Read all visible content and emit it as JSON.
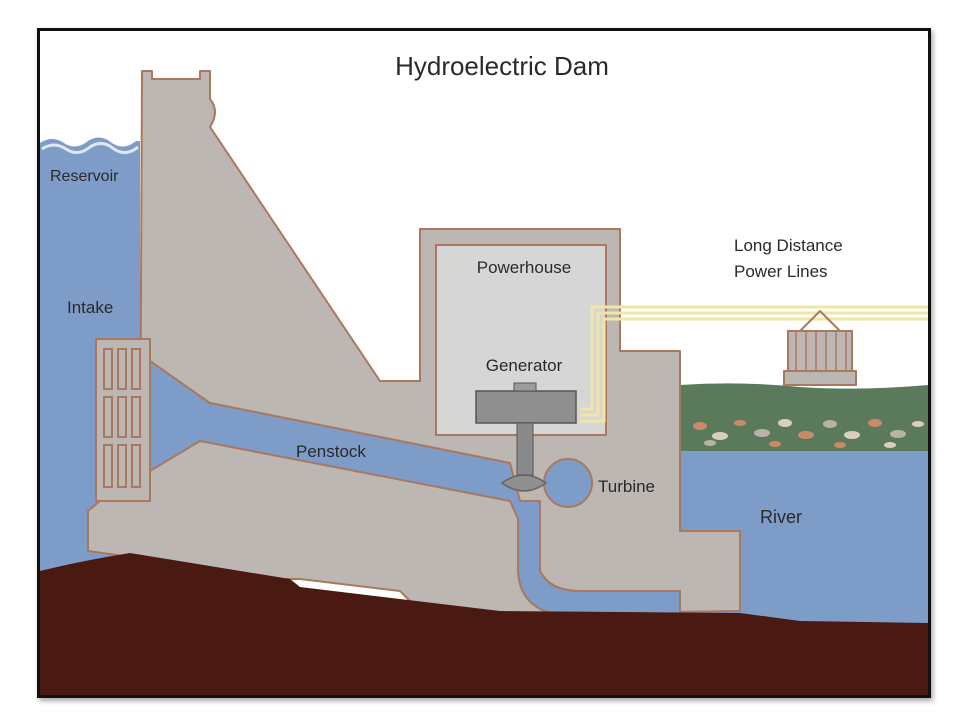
{
  "title": "Hydroelectric Dam",
  "labels": {
    "reservoir": "Reservoir",
    "intake": "Intake",
    "powerhouse": "Powerhouse",
    "generator": "Generator",
    "penstock": "Penstock",
    "turbine": "Turbine",
    "river": "River",
    "power_lines_line1": "Long Distance",
    "power_lines_line2": "Power Lines"
  },
  "colors": {
    "water": "#7d9cc8",
    "concrete": "#bcb7b3",
    "concrete_outline": "#a9785f",
    "bedrock": "#4a1a12",
    "powerhouse_interior": "#d6d6d6",
    "power_lines": "#f2e6a5",
    "riverbank_grass": "#5b7a5b"
  }
}
